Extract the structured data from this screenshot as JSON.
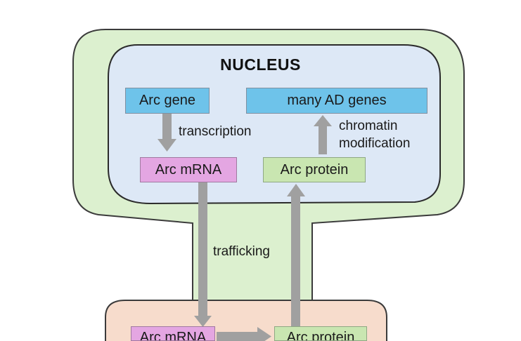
{
  "diagram": {
    "nucleus_title": "NUCLEUS",
    "nodes": {
      "arc_gene": "Arc gene",
      "many_ad_genes": "many AD genes",
      "arc_mrna_nucleus": "Arc mRNA",
      "arc_protein_nucleus": "Arc protein",
      "arc_mrna_dendrite": "Arc mRNA",
      "arc_protein_dendrite": "Arc protein"
    },
    "edges": {
      "transcription": "transcription",
      "chromatin_line1": "chromatin",
      "chromatin_line2": "modification",
      "trafficking": "trafficking"
    },
    "colors": {
      "cell_fill": "#dcf0cf",
      "nucleus_fill": "#dde8f6",
      "dendrite_fill": "#f7dccc",
      "arrow": "#a0a0a0",
      "gene_box": "#6ec3ea",
      "mrna_box": "#e4a6e2",
      "protein_box": "#c9e6b1"
    }
  }
}
